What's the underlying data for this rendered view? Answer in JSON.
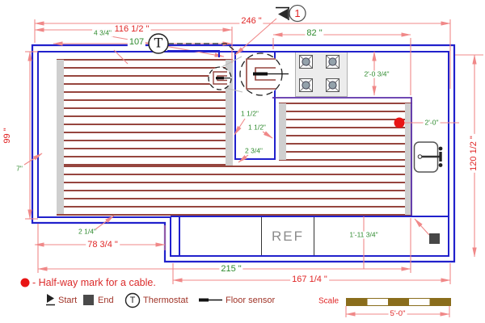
{
  "plan": {
    "dimensions": {
      "total_width": "246 \"",
      "left_section_width": "116 1/2 \"",
      "cable_area_width": "107",
      "wall_to_cable_gap": "4 3/4\"",
      "right_cable_width": "82 \"",
      "counter_depth_top": "2'-0 3/4\"",
      "left_height": "99 \"",
      "loop_spacing": "7\"",
      "island_gap_left": "1 1/2\"",
      "island_gap_right": "1 1/2\"",
      "island_gap_bottom": "2 3/4\"",
      "halfway_offset": "2'-0\"",
      "edge_gap": "2 1/4\"",
      "bottom_left_width": "78 3/4 \"",
      "bottom_width": "215 \"",
      "bottom_right_width": "167 1/4 \"",
      "counter_depth_bottom": "1'-11 3/4\"",
      "right_height": "120 1/2 \""
    },
    "labels": {
      "ref": "REF",
      "thermostat": "T",
      "detail_number": "1"
    },
    "legend": {
      "halfway": "- Half-way mark for a cable.",
      "start": "Start",
      "end": "End",
      "thermostat": "Thermostat",
      "floor_sensor": "Floor sensor"
    },
    "scale": {
      "label": "Scale",
      "value": "5'-0\""
    },
    "colors": {
      "wall": "#2121cc",
      "cable": "#96453e",
      "dim_line": "#f08888",
      "dim_text_red": "#e02525",
      "dim_text_green": "#2f8b2f",
      "legend_text": "#a03428",
      "halfway_dot": "#e81515",
      "scale_bar": "#8a6d1c",
      "field_boundary": "#5b2fa8"
    }
  }
}
